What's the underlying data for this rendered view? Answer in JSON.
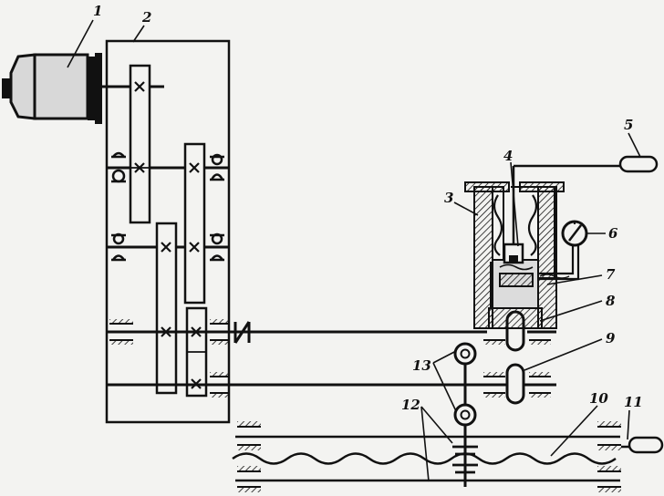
{
  "diagram": {
    "labels": {
      "l1": "1",
      "l2": "2",
      "l3": "3",
      "l4": "4",
      "l5": "5",
      "l6": "6",
      "l7": "7",
      "l8": "8",
      "l9": "9",
      "l10": "10",
      "l11": "11",
      "l12": "12",
      "l13": "13"
    },
    "colors": {
      "ink": "#111111",
      "paper": "#f3f3f1"
    }
  }
}
